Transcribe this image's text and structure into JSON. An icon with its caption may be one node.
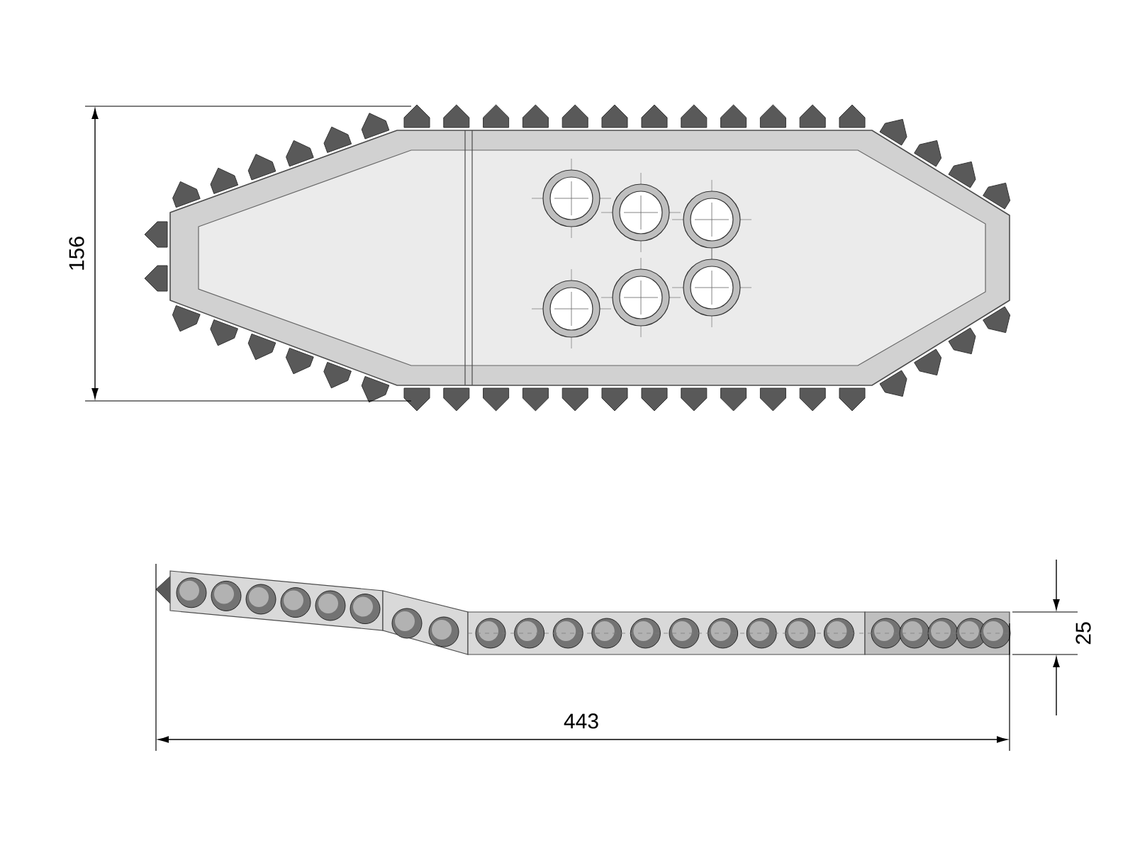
{
  "diagram": {
    "labels": [
      "156",
      "443",
      "25"
    ]
  }
}
